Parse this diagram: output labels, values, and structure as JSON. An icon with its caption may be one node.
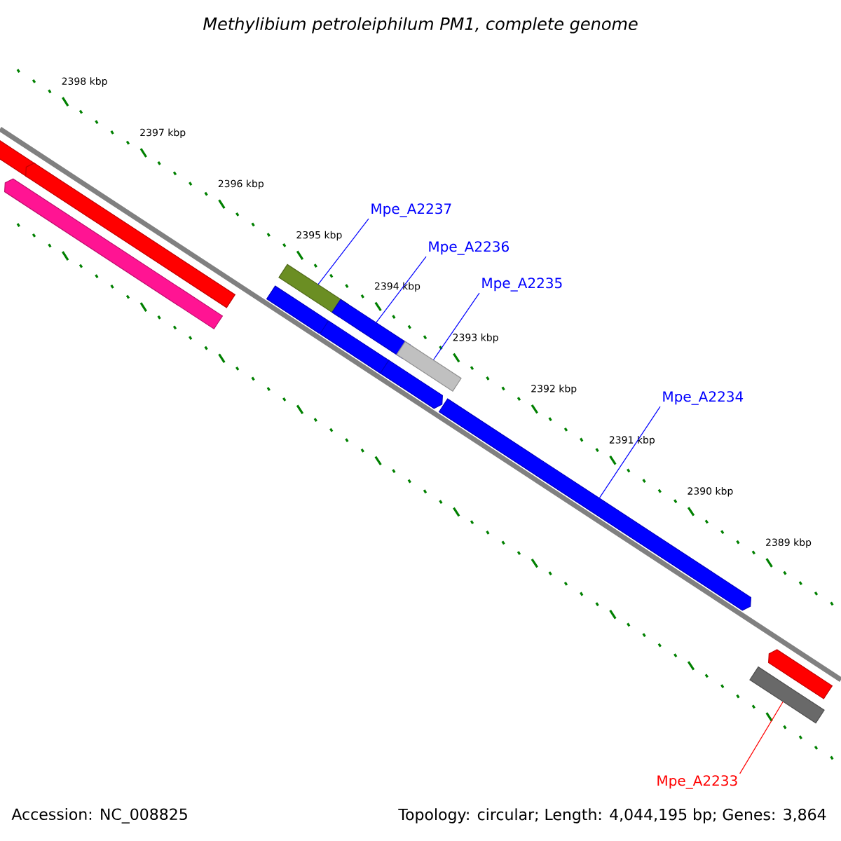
{
  "diagram": {
    "title": "Methylibium petroleiphilum PM1, complete genome",
    "nodes": [
      {
        "text": [
          "Mpe_A2237"
        ]
      },
      {
        "text": [
          "Mpe_A2236"
        ]
      },
      {
        "text": [
          "Mpe_A2235"
        ]
      },
      {
        "text": [
          "Mpe_A2234"
        ]
      },
      {
        "text": [
          "Mpe_A2233"
        ]
      },
      {
        "text": [],
        "shape": "bar"
      },
      {
        "text": [],
        "shape": "bar"
      },
      {
        "text": [],
        "shape": "bar"
      },
      {
        "text": [],
        "shape": "bar"
      },
      {
        "text": [],
        "shape": "bar"
      },
      {
        "text": [],
        "shape": "bar"
      },
      {
        "text": [],
        "shape": "bar"
      },
      {
        "text": [],
        "shape": "bar"
      },
      {
        "text": [],
        "shape": "bar"
      },
      {
        "text": [],
        "shape": "bar"
      },
      {
        "text": [],
        "shape": "bar"
      },
      {
        "text": [],
        "shape": "bar"
      }
    ],
    "edges": [
      {
        "from": 0,
        "to": 9,
        "arrow": "none"
      },
      {
        "from": 1,
        "to": 11,
        "arrow": "none"
      },
      {
        "from": 2,
        "to": 13,
        "arrow": "none"
      },
      {
        "from": 3,
        "to": 14,
        "arrow": "none"
      },
      {
        "from": 4,
        "to": 15,
        "arrow": "none",
        "color": "#ff0000"
      }
    ],
    "labels": [
      "2398 kbp",
      "2397 kbp",
      "2396 kbp",
      "2395 kbp",
      "2394 kbp",
      "2393 kbp",
      "2392 kbp",
      "2391 kbp",
      "2390 kbp",
      "2389 kbp",
      "Accession: NC_008825",
      "Topology: circular; Length: 4,044,195 bp; Genes: 3,864"
    ]
  }
}
